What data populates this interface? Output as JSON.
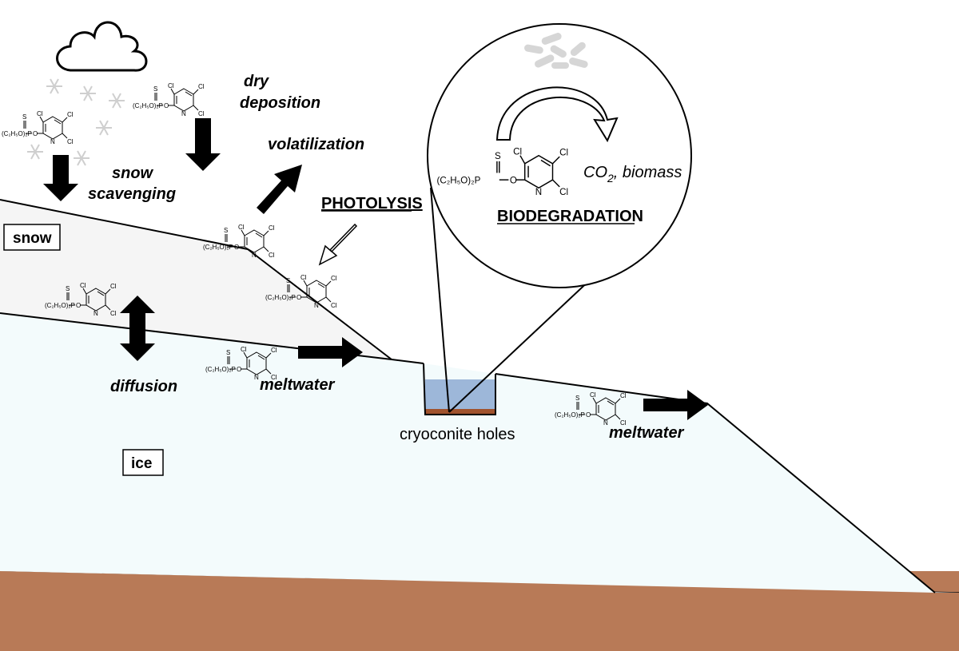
{
  "labels": {
    "dry_deposition_line1": "dry",
    "dry_deposition_line2": "deposition",
    "snow_scavenging_line1": "snow",
    "snow_scavenging_line2": "scavenging",
    "volatilization": "volatilization",
    "photolysis": "PHOTOLYSIS",
    "diffusion": "diffusion",
    "meltwater_left": "meltwater",
    "meltwater_right": "meltwater",
    "cryoconite_holes": "cryoconite holes",
    "biodegradation": "BIODEGRADATION",
    "co2_prefix": "CO",
    "co2_sub": "2",
    "co2_suffix": ", biomass"
  },
  "boxes": {
    "snow": "snow",
    "ice": "ice"
  },
  "molecule": {
    "cl": "Cl",
    "n": "N",
    "s": "S",
    "o": "O",
    "p": "P",
    "substituent": "(C₂H₅O)₂P"
  },
  "colors": {
    "ground": "#b87a57",
    "ice": "#f3fbfc",
    "snow": "#f5f5f5",
    "water": "#9db7d9",
    "sediment": "#a0522d",
    "arrow": "#000000",
    "snowflake": "#cfcfcf",
    "bacteria": "#d6d6d6"
  },
  "icons": [
    "cloud-icon",
    "snowflake-icon",
    "bacteria-icon",
    "down-arrow-icon",
    "up-arrow-icon",
    "right-arrow-icon",
    "double-arrow-icon",
    "curved-arrow-icon"
  ]
}
